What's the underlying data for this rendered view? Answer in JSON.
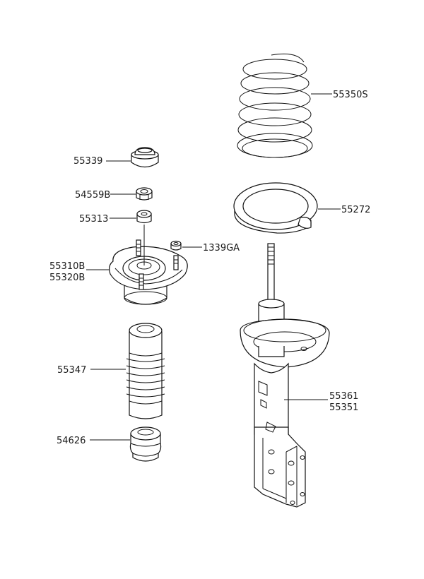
{
  "labels": {
    "p55339": "55339",
    "p54559B": "54559B",
    "p55313": "55313",
    "p55310B": "55310B",
    "p55320B": "55320B",
    "p1339GA": "1339GA",
    "p55347": "55347",
    "p54626": "54626",
    "p55350S": "55350S",
    "p55272": "55272",
    "p55361": "55361",
    "p55351": "55351"
  }
}
